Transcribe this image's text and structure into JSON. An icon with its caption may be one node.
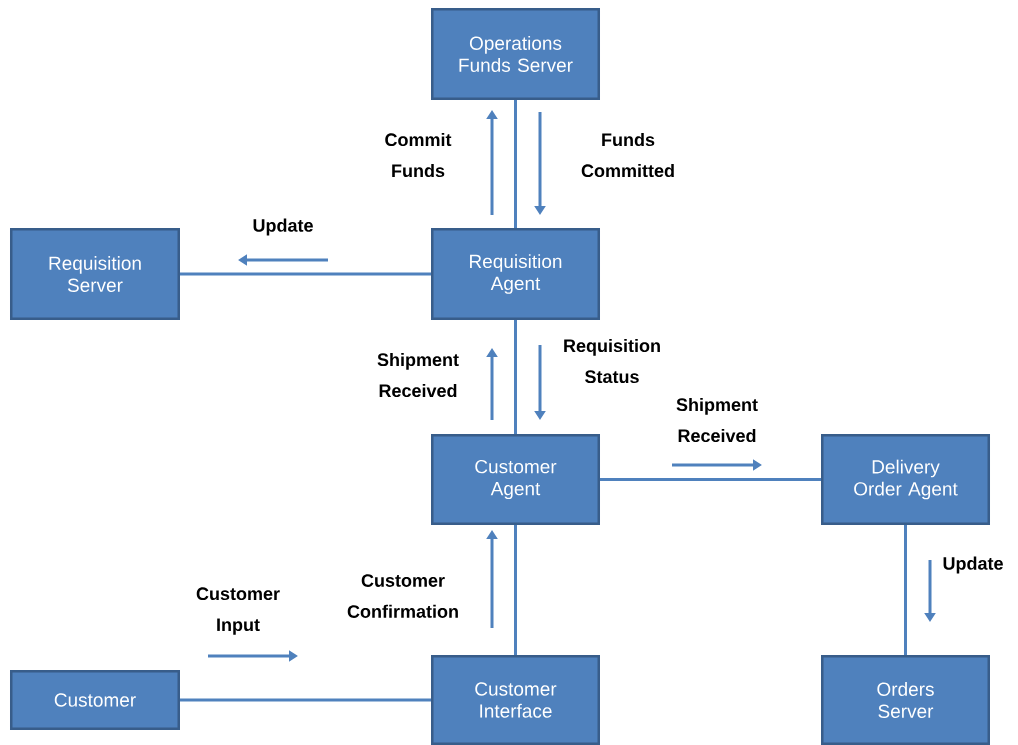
{
  "diagram": {
    "nodes": [
      {
        "text": [
          "Operations Funds Server"
        ]
      },
      {
        "text": [
          "Requisition Server"
        ]
      },
      {
        "text": [
          "Requisition Agent"
        ]
      },
      {
        "text": [
          "Customer Agent"
        ]
      },
      {
        "text": [
          "Delivery Order Agent"
        ]
      },
      {
        "text": [
          "Customer"
        ]
      },
      {
        "text": [
          "Customer Interface"
        ]
      },
      {
        "text": [
          "Orders Server"
        ]
      }
    ],
    "edges": [
      {
        "from": 0,
        "to": 2,
        "arrow": "none"
      },
      {
        "from": 2,
        "to": 1,
        "arrow": "none"
      },
      {
        "from": 2,
        "to": 3,
        "arrow": "none"
      },
      {
        "from": 3,
        "to": 4,
        "arrow": "none"
      },
      {
        "from": 4,
        "to": 7,
        "arrow": "none"
      },
      {
        "from": 6,
        "to": 3,
        "arrow": "none"
      },
      {
        "from": 5,
        "to": 6,
        "arrow": "none"
      }
    ],
    "labels": [
      "Commit Funds",
      "Funds Committed",
      "Update",
      "Shipment Received",
      "Requisition Status",
      "Shipment Received",
      "Update",
      "Customer Confirmation",
      "Customer Input"
    ]
  }
}
